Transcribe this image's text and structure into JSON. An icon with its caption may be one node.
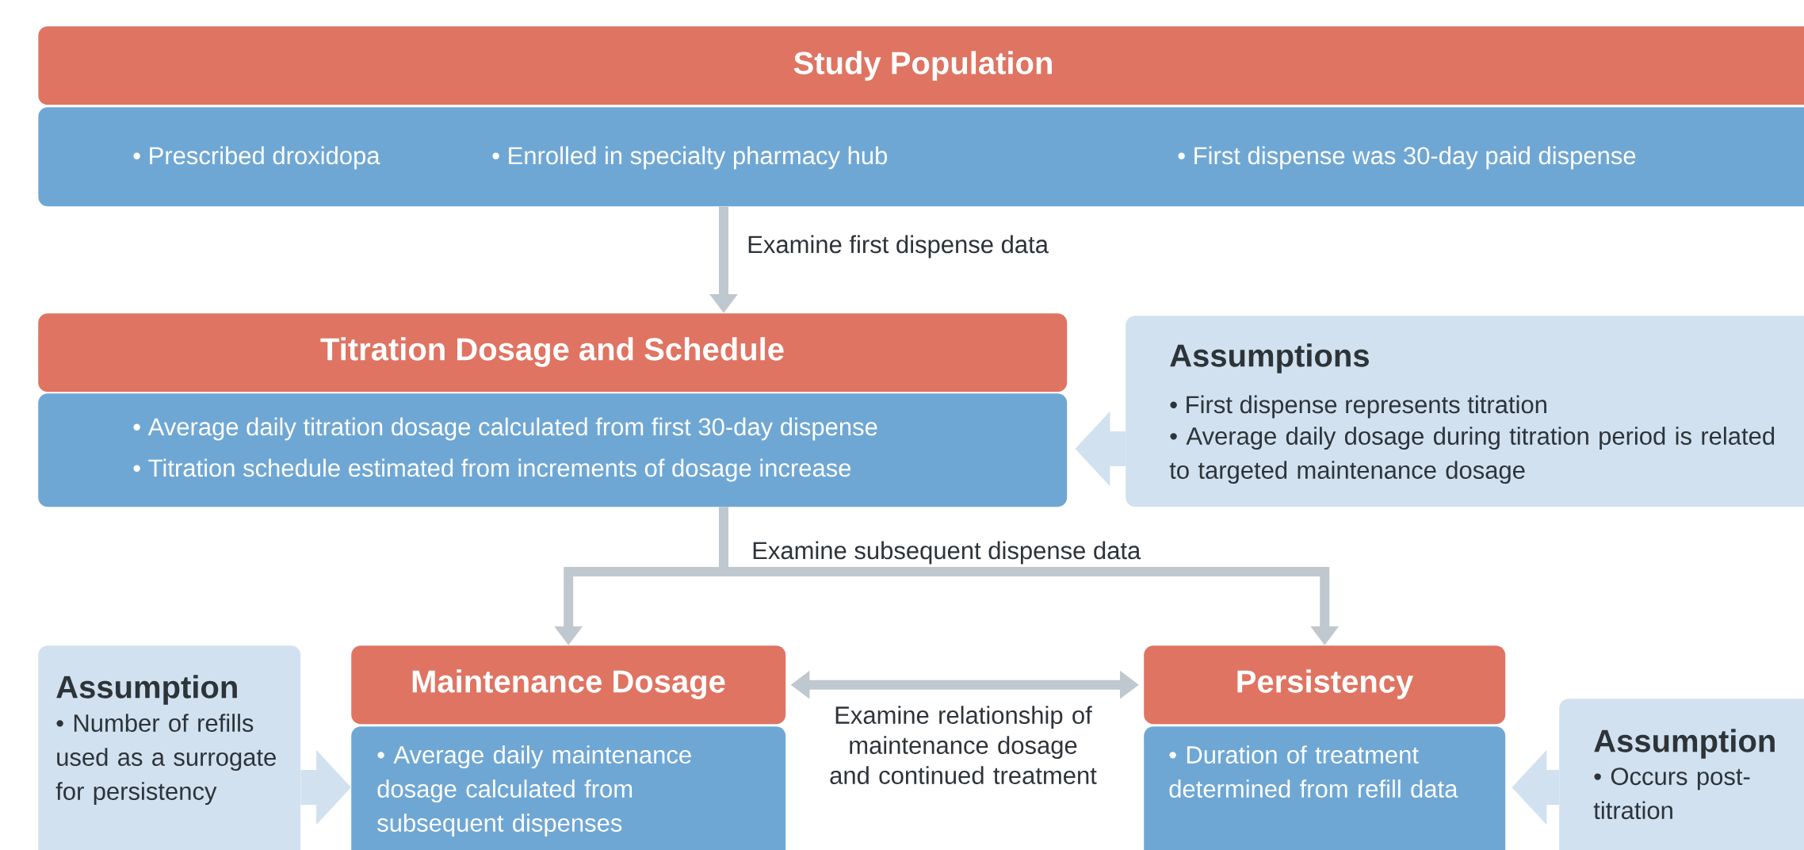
{
  "diagram": {
    "nodes": [
      {
        "text": [
          "Study Population"
        ]
      },
      {
        "text": [
          "• Prescribed droxidopa",
          "• Enrolled in specialty pharmacy hub",
          "• First dispense was 30-day paid dispense"
        ]
      },
      {
        "text": [
          "Titration Dosage and Schedule"
        ]
      },
      {
        "text": [
          "• Average daily titration dosage calculated from first 30-day dispense",
          "• Titration schedule estimated from increments of dosage increase"
        ]
      },
      {
        "text": [
          "Assumptions",
          "• First dispense represents titration",
          "• Average daily dosage during titration period is related to targeted maintenance dosage"
        ]
      },
      {
        "text": [
          "Maintenance Dosage"
        ]
      },
      {
        "text": [
          "• Average daily maintenance dosage calculated from subsequent dispenses"
        ]
      },
      {
        "text": [
          "Persistency"
        ]
      },
      {
        "text": [
          "• Duration of treatment determined from refill data"
        ]
      },
      {
        "text": [
          "Assumption",
          "• Number of refills used as a surrogate for persistency"
        ]
      },
      {
        "text": [
          "Assumption",
          "• Occurs post-titration"
        ]
      }
    ],
    "edges": [
      {
        "from": 1,
        "to": 2,
        "arrow": "to",
        "label": "Examine first dispense data"
      },
      {
        "from": 4,
        "to": 3,
        "arrow": "to",
        "style": "thick",
        "color": "#d1e1ef"
      },
      {
        "from": 3,
        "to": 5,
        "arrow": "to",
        "label": "Examine subsequent dispense data"
      },
      {
        "from": 3,
        "to": 7,
        "arrow": "to"
      },
      {
        "from": 5,
        "to": 7,
        "arrow": "both",
        "label": "Examine relationship of maintenance dosage and continued treatment"
      },
      {
        "from": 9,
        "to": 6,
        "arrow": "to",
        "style": "thick",
        "color": "#d1e1ef"
      },
      {
        "from": 10,
        "to": 8,
        "arrow": "to",
        "style": "thick",
        "color": "#d1e1ef"
      }
    ]
  }
}
